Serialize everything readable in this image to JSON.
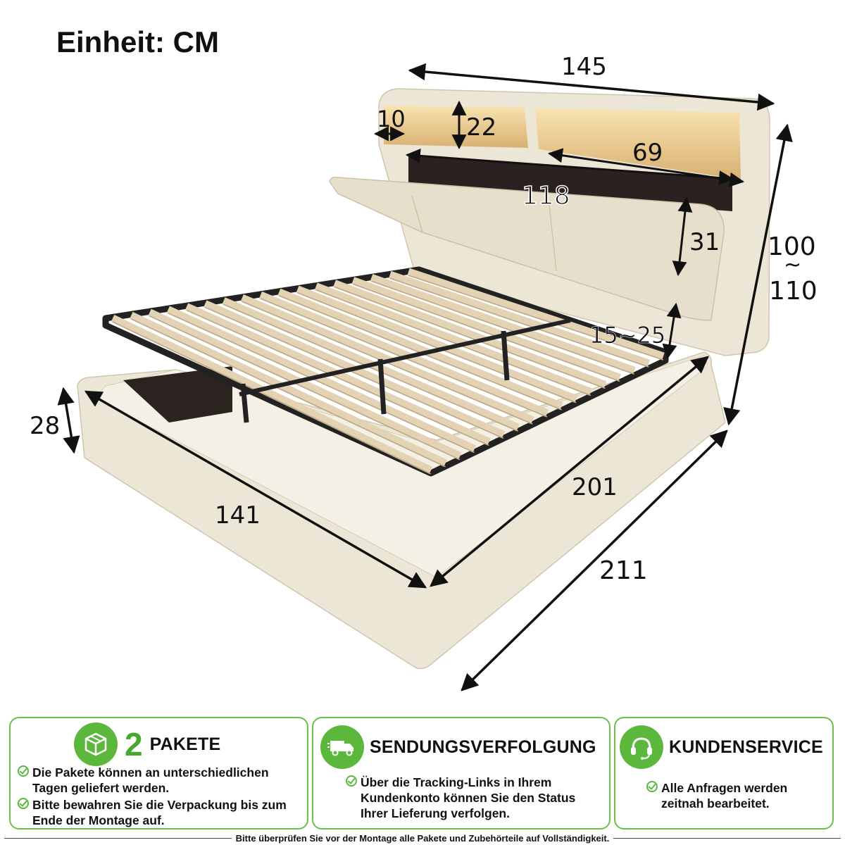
{
  "unit_label": "Einheit: CM",
  "dimensions": {
    "headboard_width": "145",
    "shelf_side": "10",
    "shelf_height": "22",
    "shelf_width": "69",
    "storage_width": "118",
    "storage_height": "31",
    "total_height": "100",
    "total_height_sep": "~",
    "total_height_max": "110",
    "slat_lift": "15~25",
    "frame_height": "28",
    "inner_width": "141",
    "inner_length": "201",
    "total_length": "211"
  },
  "colors": {
    "accent_green": "#5cb83d",
    "fabric": "#ece6d6",
    "frame_metal": "#222222",
    "slat": "#e3d3b4"
  },
  "cards": [
    {
      "icon": "package-box-icon",
      "number": "2",
      "title": "PAKETE",
      "bullets": [
        "Die Pakete können an unterschiedlichen Tagen geliefert werden.",
        "Bitte bewahren Sie die Verpackung bis zum Ende der Montage auf."
      ]
    },
    {
      "icon": "delivery-truck-icon",
      "title": "SENDUNGSVERFOLGUNG",
      "bullets": [
        "Über die Tracking-Links in Ihrem Kundenkonto können Sie den Status Ihrer Lieferung verfolgen."
      ]
    },
    {
      "icon": "headset-icon",
      "title": "KUNDENSERVICE",
      "bullets": [
        "Alle Anfragen werden zeitnah bearbeitet."
      ]
    }
  ],
  "footer_note": "Bitte überprüfen Sie vor der Montage alle Pakete und Zubehörteile auf Vollständigkeit."
}
